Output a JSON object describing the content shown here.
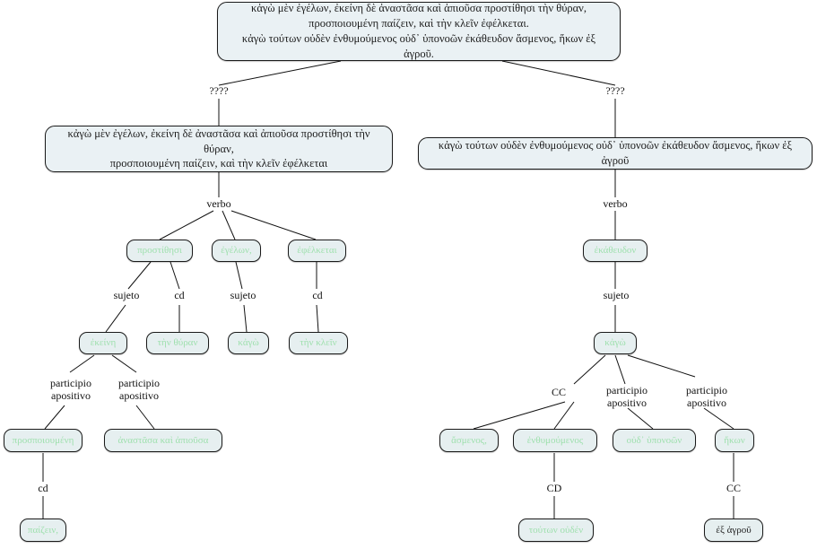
{
  "diagram": {
    "title": "Greek syntactic analysis tree",
    "colors": {
      "node_fill": "#e8f0f2",
      "node_border": "#1a1a1a",
      "token_text": "#9fe0ae",
      "label_text": "#111111",
      "background": "#ffffff"
    },
    "nodes": [
      {
        "id": "root",
        "kind": "sentence",
        "text": "κἀγὼ μὲν ἐγέλων, ἐκείνη δὲ ἀναστᾶσα καὶ ἀπιοῦσα προστίθησι τὴν θύραν,\nπροσποιουμένη παίζειν, καὶ τὴν κλεῖν ἐφέλκεται.\nκἀγὼ τούτων οὐδὲν ἐνθυμούμενος οὐδ᾿ ὑπονοῶν ἐκάθευδον ἄσμενος, ἥκων ἐξ ἀγροῦ."
      },
      {
        "id": "left-sentence",
        "kind": "sentence",
        "text": "κἀγὼ μὲν ἐγέλων, ἐκείνη δὲ ἀναστᾶσα καὶ ἀπιοῦσα προστίθησι τὴν θύραν,\nπροσποιουμένη παίζειν, καὶ τὴν κλεῖν ἐφέλκεται"
      },
      {
        "id": "right-sentence",
        "kind": "sentence",
        "text": "κἀγὼ τούτων οὐδὲν ἐνθυμούμενος οὐδ᾿ ὑπονοῶν ἐκάθευδον ἄσμενος, ἥκων ἐξ ἀγροῦ"
      },
      {
        "id": "l-prostithisi",
        "kind": "token",
        "text": "προστίθησι"
      },
      {
        "id": "l-egelon",
        "kind": "token",
        "text": "ἐγέλων,"
      },
      {
        "id": "l-efelketai",
        "kind": "token",
        "text": "ἐφέλκεται"
      },
      {
        "id": "l-ekeini",
        "kind": "token",
        "text": "ἐκείνη"
      },
      {
        "id": "l-tin-thyran",
        "kind": "token",
        "text": "τὴν θύραν"
      },
      {
        "id": "l-kago",
        "kind": "token",
        "text": "κἀγὼ"
      },
      {
        "id": "l-tin-klein",
        "kind": "token",
        "text": "τὴν κλεῖν"
      },
      {
        "id": "l-prospoioumeni",
        "kind": "token",
        "text": "προσποιουμένη"
      },
      {
        "id": "l-anastasa",
        "kind": "token",
        "text": "ἀναστᾶσα καὶ ἀπιοῦσα"
      },
      {
        "id": "l-paizein",
        "kind": "token",
        "text": "παίζειν,"
      },
      {
        "id": "r-ekatheudon",
        "kind": "token",
        "text": "ἐκάθευδον"
      },
      {
        "id": "r-kago",
        "kind": "token",
        "text": "κἀγὼ"
      },
      {
        "id": "r-asmenos",
        "kind": "token",
        "text": "ἄσμενος,"
      },
      {
        "id": "r-enthymoumenos",
        "kind": "token",
        "text": "ἐνθυμούμενος"
      },
      {
        "id": "r-ouponoon",
        "kind": "token",
        "text": "οὐδ᾿ ὑπονοῶν"
      },
      {
        "id": "r-ikon",
        "kind": "token",
        "text": "ἥκων"
      },
      {
        "id": "r-touton-ouden",
        "kind": "token",
        "text": "τούτων οὐδέν"
      },
      {
        "id": "r-ex-agrou",
        "kind": "token",
        "text": "ἐξ ἀγροῦ",
        "dark": true
      }
    ],
    "edge_labels": [
      {
        "id": "el-root-left",
        "text": "????"
      },
      {
        "id": "el-root-right",
        "text": "????"
      },
      {
        "id": "el-left-verbo",
        "text": "verbo"
      },
      {
        "id": "el-right-verbo",
        "text": "verbo"
      },
      {
        "id": "el-l-sujeto-1",
        "text": "sujeto"
      },
      {
        "id": "el-l-cd-1",
        "text": "cd"
      },
      {
        "id": "el-l-sujeto-2",
        "text": "sujeto"
      },
      {
        "id": "el-l-cd-2",
        "text": "cd"
      },
      {
        "id": "el-l-partic-1",
        "text": "participio\naposit​ivo"
      },
      {
        "id": "el-l-partic-2",
        "text": "participio\naposit​ivo"
      },
      {
        "id": "el-l-cd-3",
        "text": "cd"
      },
      {
        "id": "el-r-sujeto",
        "text": "sujeto"
      },
      {
        "id": "el-r-cc-1",
        "text": "CC"
      },
      {
        "id": "el-r-partic-1",
        "text": "participio\naposit​ivo"
      },
      {
        "id": "el-r-partic-2",
        "text": "participio\naposit​ivo"
      },
      {
        "id": "el-r-cd",
        "text": "CD"
      },
      {
        "id": "el-r-cc-2",
        "text": "CC"
      }
    ]
  }
}
